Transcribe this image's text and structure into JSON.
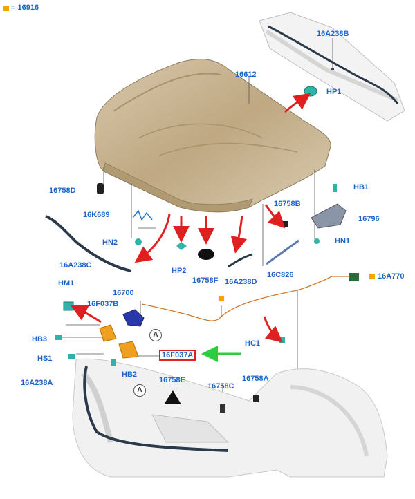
{
  "legend": {
    "text": "= 16916",
    "color": "#f5a300"
  },
  "colors": {
    "label": "#1e64c8",
    "arrow_red": "#e02020",
    "arrow_green": "#2ecc40",
    "hood": "#c9b597",
    "part_teal": "#2fb3a8",
    "part_orange": "#f0a020",
    "part_blue": "#2838a8"
  },
  "parts": {
    "p16A238B": "16A238B",
    "p16612": "16612",
    "pHP1": "HP1",
    "p16758D": "16758D",
    "pHB1": "HB1",
    "p16K689": "16K689",
    "p16758B": "16758B",
    "p16796": "16796",
    "pHN2": "HN2",
    "pHN1": "HN1",
    "p16A238C": "16A238C",
    "pHP2": "HP2",
    "p16758F": "16758F",
    "p16A238D": "16A238D",
    "p16C826": "16C826",
    "p16A770": "16A770",
    "pHM1": "HM1",
    "p16700": "16700",
    "p16F037B": "16F037B",
    "pHC1": "HC1",
    "pHB3": "HB3",
    "p16F037A": "16F037A",
    "pHS1": "HS1",
    "pHB2": "HB2",
    "p16A238A": "16A238A",
    "p16758E": "16758E",
    "p16758C": "16758C",
    "p16758A": "16758A"
  },
  "callouts": {
    "a1": "A",
    "a2": "A"
  }
}
